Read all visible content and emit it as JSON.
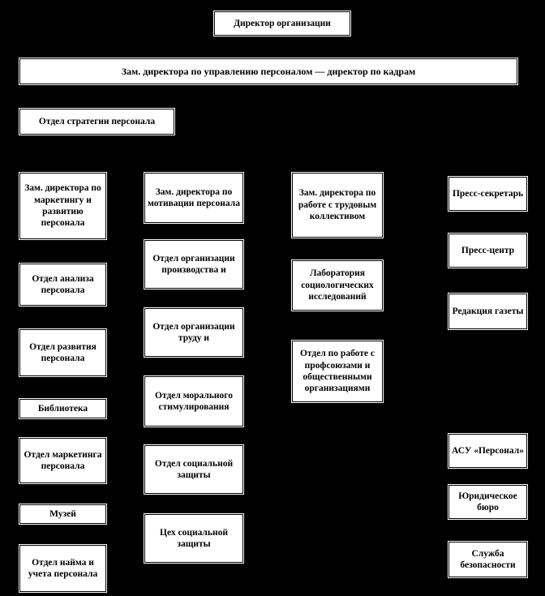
{
  "diagram_type": "org-chart",
  "colors": {
    "background": "#000000",
    "box_background": "#ffffff",
    "box_border": "#000000",
    "text": "#000000"
  },
  "boxes": [
    {
      "label": "Директор организации"
    },
    {
      "label": "Зам. директора по управлению персоналом — директор по кадрам"
    },
    {
      "label": "Отдел стратегии персонала"
    },
    {
      "label": "Зам. директора по маркетингу и развитию персонала"
    },
    {
      "label": "Отдел анализа персонала"
    },
    {
      "label": "Отдел развития персонала"
    },
    {
      "label": "Библиотека"
    },
    {
      "label": "Отдел маркетинга персонала"
    },
    {
      "label": "Музей"
    },
    {
      "label": "Отдел найма и учета персонала"
    },
    {
      "label": "Зам. директора по мотивации персонала"
    },
    {
      "label": "Отдел организации производства и"
    },
    {
      "label": "Отдел организации труду и"
    },
    {
      "label": "Отдел морального стимулирования"
    },
    {
      "label": "Отдел социальной защиты"
    },
    {
      "label": "Цех социальной защиты"
    },
    {
      "label": "Зам. директора по работе с трудовым коллективом"
    },
    {
      "label": "Лаборатория социологических исследований"
    },
    {
      "label": "Отдел по работе с профсоюзами и общественными организациями"
    },
    {
      "label": "Пресс-секретарь"
    },
    {
      "label": "Пресс-центр"
    },
    {
      "label": "Редакция газеты"
    },
    {
      "label": "АСУ «Персонал»"
    },
    {
      "label": "Юридическое бюро"
    },
    {
      "label": "Служба безопасности"
    }
  ]
}
